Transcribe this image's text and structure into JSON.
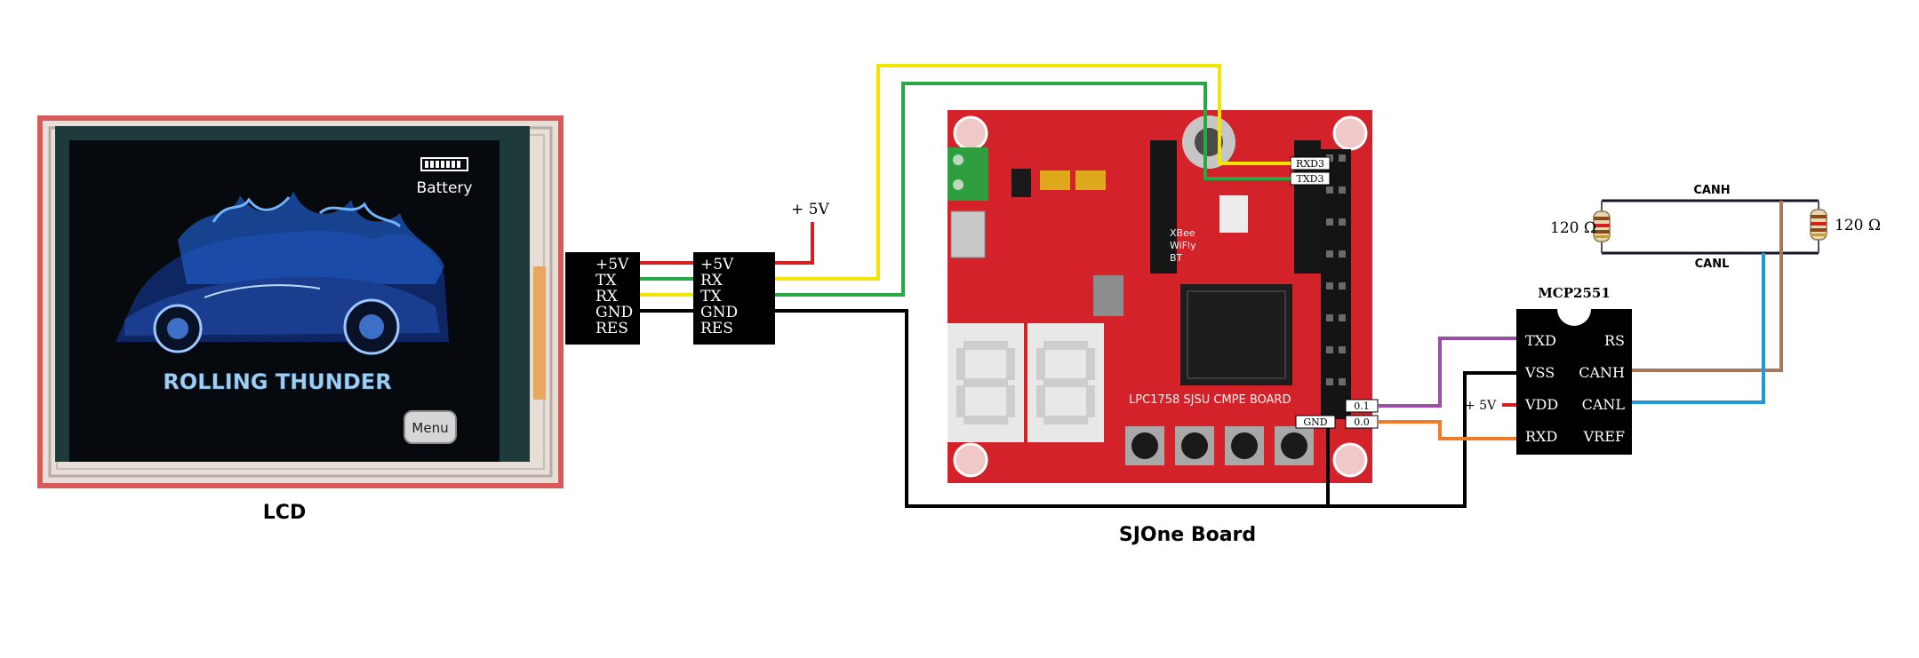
{
  "lcd": {
    "caption": "LCD",
    "battery_label": "Battery",
    "title_text": "ROLLING THUNDER",
    "menu_label": "Menu",
    "connector_pins": [
      "+5V",
      "TX",
      "RX",
      "GND",
      "RES"
    ]
  },
  "adapter": {
    "pins": [
      "+5V",
      "RX",
      "TX",
      "GND",
      "RES"
    ],
    "supply_label": "+ 5V"
  },
  "sjone": {
    "caption": "SJOne Board",
    "silk_text": "LPC1758 SJSU CMPE BOARD",
    "xbee_text": [
      "XBee",
      "WiFly",
      "BT"
    ],
    "pin_rxd3": "RXD3",
    "pin_txd3": "TXD3",
    "pin_p01": "0.1",
    "pin_p00": "0.0",
    "pin_gnd": "GND"
  },
  "mcp2551": {
    "title": "MCP2551",
    "left_pins": [
      "TXD",
      "VSS",
      "VDD",
      "RXD"
    ],
    "right_pins": [
      "RS",
      "CANH",
      "CANL",
      "VREF"
    ],
    "vdd_supply_label": "+ 5V"
  },
  "can_bus": {
    "canh_label": "CANH",
    "canl_label": "CANL",
    "terminator_left_label": "120 Ω",
    "terminator_right_label": "120 Ω"
  },
  "colors": {
    "wire_red": "#d42020",
    "wire_green": "#27a844",
    "wire_yellow": "#f2e600",
    "wire_black": "#000000",
    "wire_purple": "#9b4ea8",
    "wire_orange": "#f07a2a",
    "wire_brown": "#a8785a",
    "wire_blue": "#1e9ad6",
    "board_red": "#d4222a"
  }
}
